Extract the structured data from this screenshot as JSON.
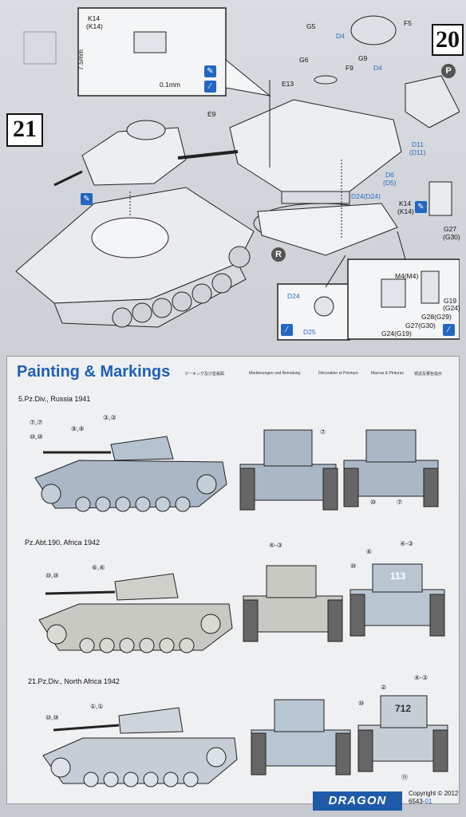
{
  "steps": {
    "step_20": "20",
    "step_21": "21"
  },
  "detail_box": {
    "part_a": "K14",
    "part_a_alt": "(K14)",
    "dim_vertical": "7.5mm",
    "dim_horizontal": "0.1mm"
  },
  "parts": {
    "g5": "G5",
    "d4_a": "D4",
    "f5": "F5",
    "g6": "G6",
    "g9": "G9",
    "d4_b": "D4",
    "f9": "F9",
    "e13": "E13",
    "e9": "E9",
    "d11": "D11",
    "d11_alt": "(D11)",
    "d6": "D6",
    "d6_alt": "(D5)",
    "d24": "D24(D24)",
    "k14": "K14",
    "k14_alt": "(K14)",
    "g27": "G27",
    "g27_alt": "(G30)",
    "m4": "M4(M4)",
    "g19": "G19",
    "g19_alt": "(G24)",
    "g28": "G28(G29)",
    "g27b": "G27(G30)",
    "g24": "G24(G19)",
    "sub_d24": "D24",
    "sub_d25": "D25",
    "mark_p": "P",
    "mark_r": "R"
  },
  "painting": {
    "title": "Painting & Markings",
    "langs": [
      "マーキング及び塗装図",
      "Markierungen und Bemalung",
      "Décoration et Peinture",
      "Marcas & Pinturas",
      "標誌及著色指示"
    ],
    "schemes": [
      {
        "name": "5.Pz.Div., Russia 1941",
        "refs": [
          "⑦,⑦",
          "⑩,⑩",
          "⑨,⑨",
          "③,③",
          "⑦",
          "⑩",
          "⑦"
        ]
      },
      {
        "name": "Pz.Abt.190, Africa 1942",
        "refs": [
          "⑩,⑩",
          "⑥,⑥",
          "④-③",
          "⑥",
          "⑩",
          "④-③"
        ],
        "turret_number": "113"
      },
      {
        "name": "21.Pz.Div., North Africa 1942",
        "refs": [
          "①,①",
          "⑩,⑩",
          "②",
          "⑩",
          "④-③",
          "⑪"
        ],
        "turret_number": "712"
      }
    ]
  },
  "footer": {
    "brand": "DRAGON",
    "copyright": "Copyright © 2012",
    "code_prefix": "6543-",
    "code_suffix": "01"
  },
  "colors": {
    "accent": "#1f5fb5",
    "icon_blue": "#2466c2",
    "tank_grey": "#a9b7c6",
    "tank_sand": "#c8c9c2"
  }
}
